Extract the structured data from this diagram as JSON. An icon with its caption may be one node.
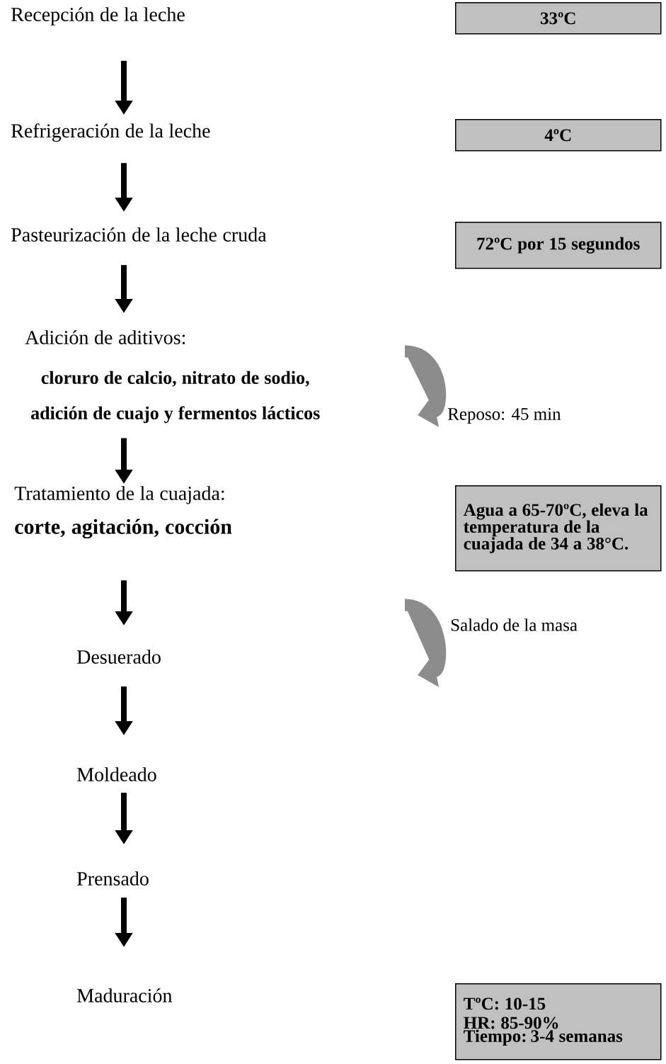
{
  "diagram": {
    "nodes": [
      {
        "text": [
          "Recepción de la leche"
        ]
      },
      {
        "text": [
          "33ºC"
        ]
      },
      {
        "text": [
          "Refrigeración de la leche"
        ]
      },
      {
        "text": [
          "4ºC"
        ]
      },
      {
        "text": [
          "Pasteurización de la leche cruda"
        ]
      },
      {
        "text": [
          "72ºC por 15 segundos"
        ]
      },
      {
        "text": [
          "Adición de aditivos:",
          "cloruro de calcio, nitrato de sodio, adición de cuajo y fermentos lácticos"
        ]
      },
      {
        "text": [
          "Tratamiento de la cuajada:",
          "corte, agitación, cocción"
        ]
      },
      {
        "text": [
          "Agua a 65-70ºC, eleva la temperatura de la cuajada de 34 a 38°C."
        ]
      },
      {
        "text": [
          "Desuerado"
        ]
      },
      {
        "text": [
          "Moldeado"
        ]
      },
      {
        "text": [
          "Prensado"
        ]
      },
      {
        "text": [
          "Maduración"
        ]
      },
      {
        "text": [
          "TºC: 10-15",
          "HR: 85-90%",
          "Tiempo: 3-4 semanas"
        ]
      }
    ],
    "edges": [
      {
        "from": 0,
        "to": 2,
        "arrow": "to"
      },
      {
        "from": 2,
        "to": 4,
        "arrow": "to"
      },
      {
        "from": 4,
        "to": 6,
        "arrow": "to"
      },
      {
        "from": 6,
        "to": 7,
        "arrow": "to"
      },
      {
        "from": 7,
        "to": 9,
        "arrow": "to"
      },
      {
        "from": 9,
        "to": 10,
        "arrow": "to"
      },
      {
        "from": 10,
        "to": 11,
        "arrow": "to"
      },
      {
        "from": 11,
        "to": 12,
        "arrow": "to"
      }
    ],
    "labels": [
      "Reposo: 45 min",
      "Salado de la masa"
    ]
  }
}
